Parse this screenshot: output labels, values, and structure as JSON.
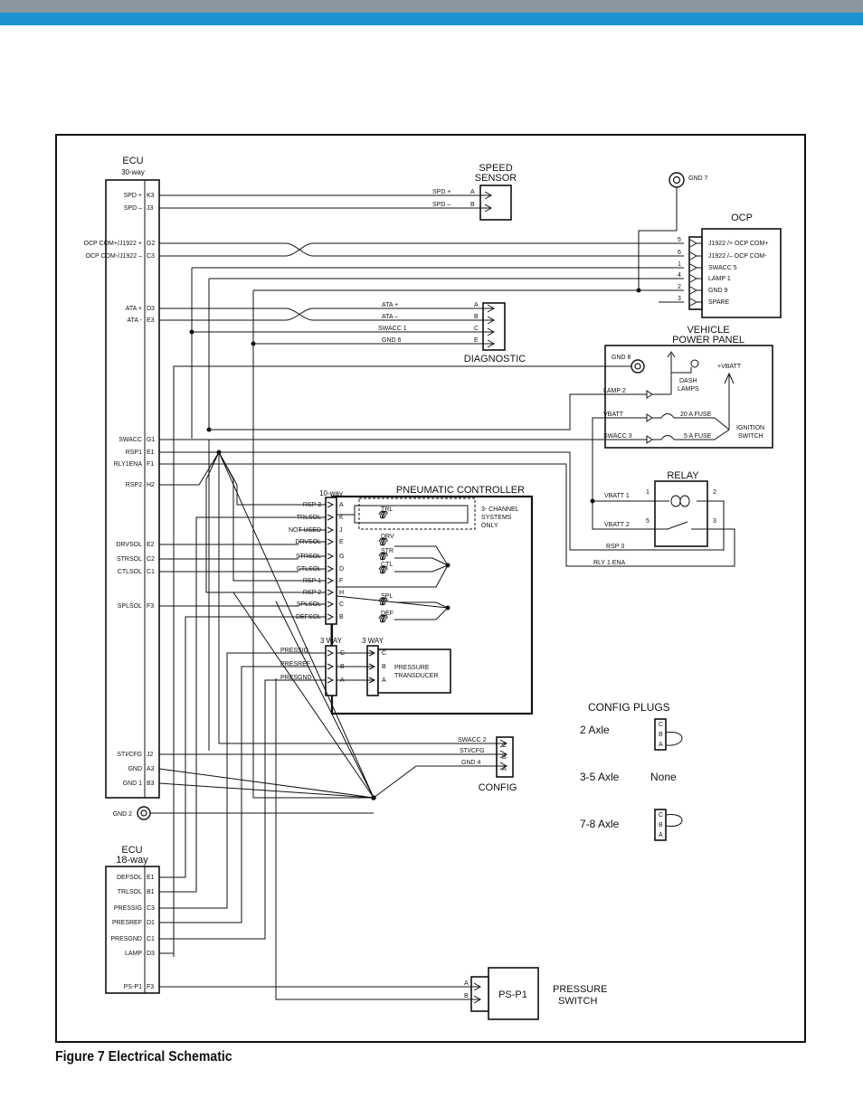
{
  "figure_caption": "Figure 7 Electrical Schematic",
  "ecu30": {
    "title": "ECU",
    "subtitle": "30-way",
    "pins": [
      {
        "label": "SPD +",
        "pin": "K3"
      },
      {
        "label": "SPD –",
        "pin": "J3"
      },
      {
        "label": "OCP COM+/J1922 +",
        "pin": "G2"
      },
      {
        "label": "OCP COM-/J1922 –",
        "pin": "C3"
      },
      {
        "label": "ATA +",
        "pin": "D3"
      },
      {
        "label": "ATA -",
        "pin": "E3"
      },
      {
        "label": "SWACC",
        "pin": "G1"
      },
      {
        "label": "RSP1",
        "pin": "E1"
      },
      {
        "label": "RLY1ENA",
        "pin": "F1"
      },
      {
        "label": "RSP2",
        "pin": "H2"
      },
      {
        "label": "DRVSOL",
        "pin": "E2"
      },
      {
        "label": "STRSOL",
        "pin": "C2"
      },
      {
        "label": "CTLSOL",
        "pin": "C1"
      },
      {
        "label": "SPLSOL",
        "pin": "F3"
      },
      {
        "label": "STI/CFG",
        "pin": "J2"
      },
      {
        "label": "GND",
        "pin": "A3"
      },
      {
        "label": "GND 1",
        "pin": "B3"
      }
    ]
  },
  "gnd2": "GND 2",
  "ecu18": {
    "title": "ECU",
    "subtitle": "18-way",
    "pins": [
      {
        "label": "DEFSOL",
        "pin": "E1"
      },
      {
        "label": "TRLSOL",
        "pin": "B1"
      },
      {
        "label": "PRESSIG",
        "pin": "C3"
      },
      {
        "label": "PRESREF",
        "pin": "D1"
      },
      {
        "label": "PRESGND",
        "pin": "C1"
      },
      {
        "label": "LAMP",
        "pin": "D3"
      },
      {
        "label": "PS-P1",
        "pin": "F3"
      }
    ]
  },
  "speed_sensor": {
    "title_lines": [
      "SPEED",
      "SENSOR"
    ],
    "wires": [
      {
        "label": "SPD +",
        "pin": "A"
      },
      {
        "label": "SPD –",
        "pin": "B"
      }
    ]
  },
  "ocp": {
    "title": "OCP",
    "gnd": "GND 7",
    "pins": [
      {
        "num": "5",
        "label": "J1922 /+ OCP COM+"
      },
      {
        "num": "6",
        "label": "J1922 /– OCP COM-"
      },
      {
        "num": "1",
        "label": "SWACC 5"
      },
      {
        "num": "4",
        "label": "LAMP 1"
      },
      {
        "num": "2",
        "label": "GND 9"
      },
      {
        "num": "3",
        "label": "SPARE"
      }
    ]
  },
  "diagnostic": {
    "title": "DIAGNOSTIC",
    "wires": [
      {
        "label": "ATA +",
        "pin": "A"
      },
      {
        "label": "ATA –",
        "pin": "B"
      },
      {
        "label": "SWACC 1",
        "pin": "C"
      },
      {
        "label": "GND 6",
        "pin": "E"
      }
    ]
  },
  "vehicle_panel": {
    "title_lines": [
      "VEHICLE",
      "POWER PANEL"
    ],
    "gnd": "GND 8",
    "dash_lamps": [
      "DASH",
      "LAMPS"
    ],
    "vbatt": "+VBATT",
    "lamp2": "LAMP 2",
    "vbatt_wire": "VBATT",
    "swacc3": "SWACC 3",
    "fuse20": "20 A FUSE",
    "fuse5": "5 A FUSE",
    "ignition": [
      "IGNITION",
      "SWITCH"
    ]
  },
  "relay": {
    "title": "RELAY",
    "vbatt1": "VBATT 1",
    "vbatt2": "VBATT 2",
    "pins": [
      "1",
      "2",
      "5",
      "3"
    ],
    "rsp3": "RSP 3",
    "rly1ena": "RLY 1 ENA"
  },
  "pneumatic": {
    "title": "PNEUMATIC CONTROLLER",
    "connector": "10-way",
    "rows": [
      {
        "label": "RSP 3",
        "pin": "A"
      },
      {
        "label": "TRLSOL",
        "pin": "K"
      },
      {
        "label": "NOT USED",
        "pin": "J"
      },
      {
        "label": "DRVSOL",
        "pin": "E"
      },
      {
        "label": "STRSOL",
        "pin": "G"
      },
      {
        "label": "CTLSOL",
        "pin": "D"
      },
      {
        "label": "RSP 1",
        "pin": "F"
      },
      {
        "label": "RSP 2",
        "pin": "H"
      },
      {
        "label": "SPLSOL",
        "pin": "C"
      },
      {
        "label": "DEFSOL",
        "pin": "B"
      }
    ],
    "coils": [
      "TRL",
      "DRV",
      "CTL",
      "STR",
      "SPL",
      "DEF"
    ],
    "three_channel": [
      "3- CHANNEL",
      "SYSTEMS",
      "ONLY"
    ],
    "three_way_a": "3 WAY",
    "three_way_b": "3 WAY",
    "pressure_rows": [
      {
        "label": "PRESSIG",
        "pin": "C"
      },
      {
        "label": "PRESREF",
        "pin": "B"
      },
      {
        "label": "PRESGND",
        "pin": "A"
      }
    ],
    "transducer": [
      "PRESSURE",
      "TRANSDUCER"
    ]
  },
  "config": {
    "title": "CONFIG",
    "wires": [
      {
        "label": "SWACC 2",
        "pin": "C"
      },
      {
        "label": "STI/CFG",
        "pin": "B"
      },
      {
        "label": "GND 4",
        "pin": "A"
      }
    ]
  },
  "config_plugs": {
    "title": "CONFIG PLUGS",
    "rows": [
      {
        "label": "2 Axle",
        "value": ""
      },
      {
        "label": "3-5 Axle",
        "value": "None"
      },
      {
        "label": "7-8 Axle",
        "value": ""
      }
    ],
    "plug_pins": [
      "C",
      "B",
      "A"
    ]
  },
  "pressure_switch": {
    "box_label": "PS-P1",
    "title_lines": [
      "PRESSURE",
      "SWITCH"
    ],
    "pins": [
      "A",
      "B"
    ]
  }
}
